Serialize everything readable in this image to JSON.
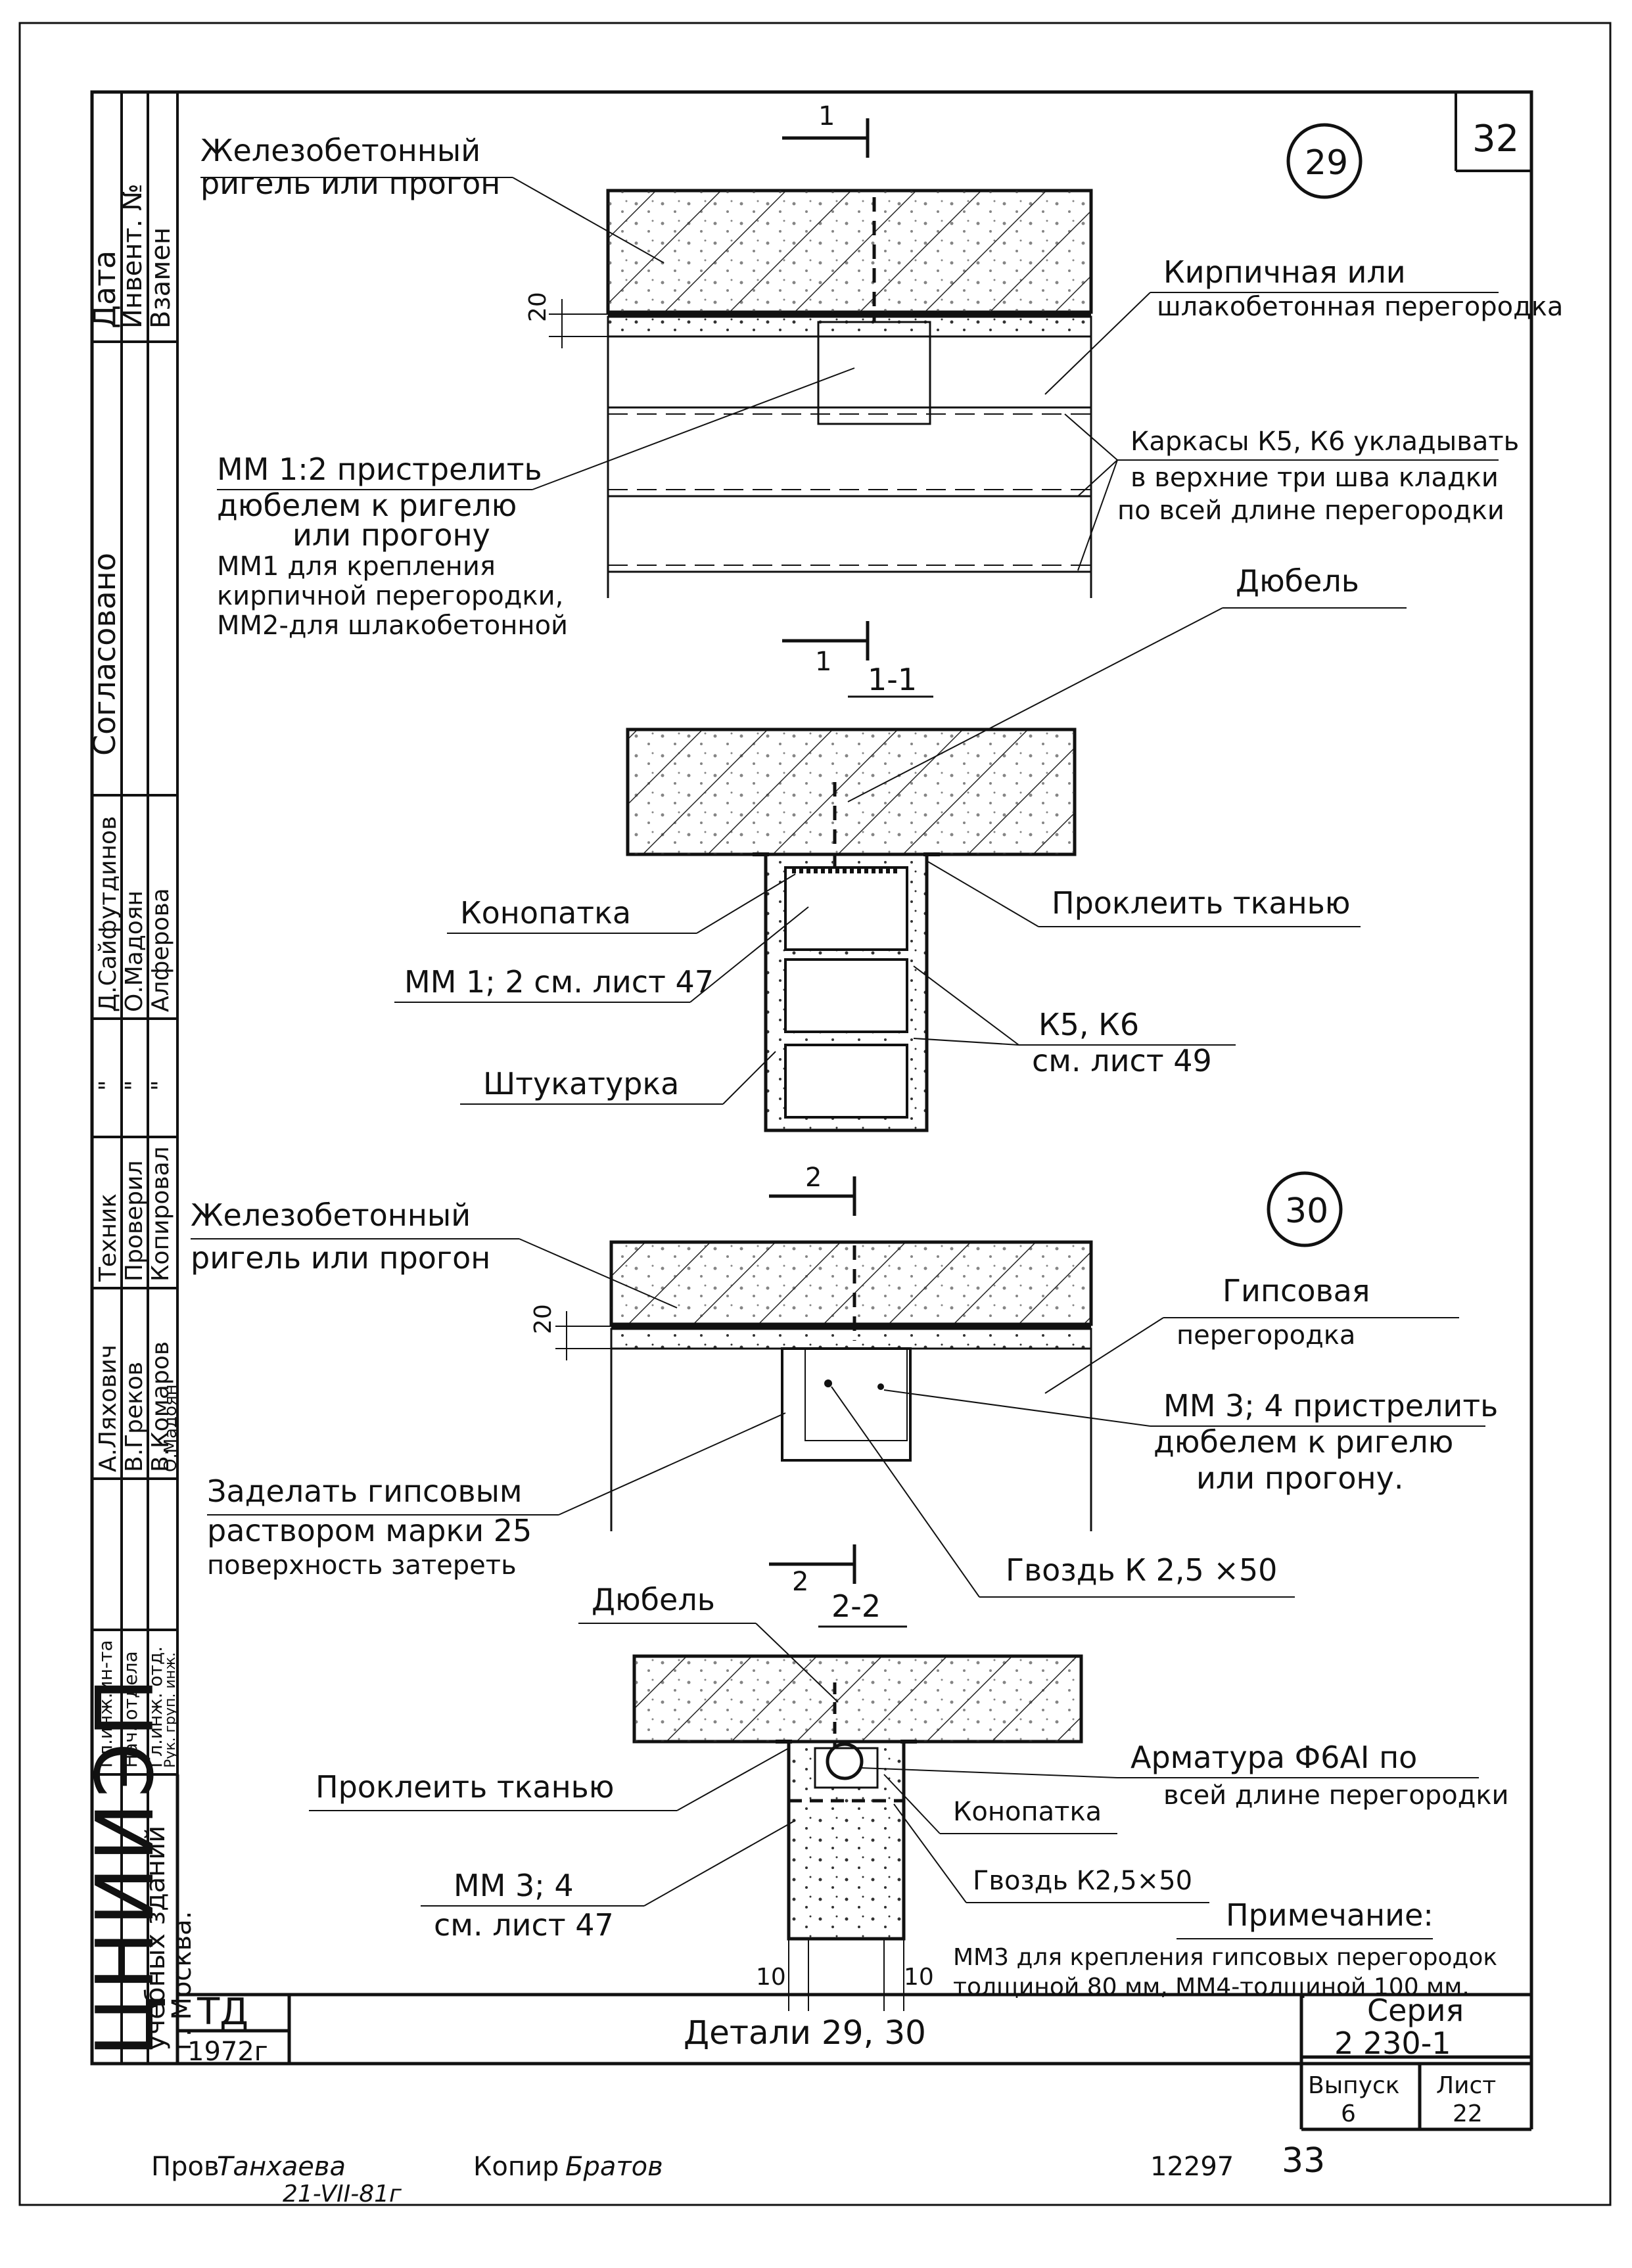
{
  "sheet": {
    "top_number": "32",
    "bottom_number": "33",
    "archive_number": "12297",
    "title": "Детали    29, 30",
    "organization": "ЦНИИЭП",
    "organization_sub": [
      "учебных зданий",
      "г. Москва."
    ],
    "td_label": "ТД",
    "year": "1972г",
    "series_label": "Серия",
    "series_value": "2 230-1",
    "issue_label": "Выпуск",
    "issue_value": "6",
    "sheet_label": "Лист",
    "sheet_value": "22",
    "footer_checked": "Пров",
    "footer_check_name": "Танхаева",
    "footer_check_date": "21-VII-81г",
    "footer_copy": "Копир",
    "footer_copy_name": "Братов"
  },
  "side_stamp": {
    "date_col": [
      "Дата",
      "Инвент. №",
      "Взамен"
    ],
    "agreed": "Согласовано",
    "names_a": [
      "Д.Сайфутдинов",
      "О.Мадоян",
      "Алферова"
    ],
    "quote_marks": [
      "\"",
      "\"",
      "\""
    ],
    "roles_a": [
      "Техник",
      "Проверил",
      "Копировал"
    ],
    "names_b": [
      "А.Ляхович",
      "В.Греков",
      "В.Комаров",
      "О.Мадоян"
    ],
    "roles_b": [
      "Гл.инж.ин-та",
      "Нач. отдела",
      "Гл.инж. отд.",
      "Рук. груп. инж."
    ]
  },
  "detail29": {
    "number": "29",
    "section_mark": "1",
    "label_beam": [
      "Железобетонный",
      "ригель или прогон"
    ],
    "label_partition": [
      "Кирпичная или",
      "шлакобетонная перегородка"
    ],
    "label_frames": [
      "Каркасы К5, К6 укладывать",
      "в верхние три шва кладки",
      "по всей длине перегородки"
    ],
    "label_mm": [
      "ММ 1:2 пристрелить",
      "дюбелем к ригелю",
      "или прогону",
      "ММ1 для крепления",
      "кирпичной перегородки,",
      "ММ2-для шлакобетонной"
    ],
    "dim_20": "20"
  },
  "section11": {
    "title": "1-1",
    "label_dowel": "Дюбель",
    "label_caulk": "Конопатка",
    "label_glue": "Проклеить тканью",
    "label_mm": "ММ 1; 2 см. лист 47",
    "label_k": [
      "К5, К6",
      "см. лист 49"
    ],
    "label_plaster": "Штукатурка"
  },
  "detail30": {
    "number": "30",
    "section_mark": "2",
    "label_beam": [
      "Железобетонный",
      "ригель или прогон"
    ],
    "label_partition": [
      "Гипсовая",
      "перегородка"
    ],
    "label_mm": [
      "ММ 3; 4 пристрелить",
      "дюбелем к ригелю",
      "или прогону."
    ],
    "label_fill": [
      "Заделать гипсовым",
      "раствором марки 25",
      "поверхность затереть"
    ],
    "label_nail": "Гвоздь К 2,5 ×50",
    "dim_20": "20"
  },
  "section22": {
    "title": "2-2",
    "label_dowel": "Дюбель",
    "label_glue": "Проклеить тканью",
    "label_rebar": [
      "Арматура Ф6АI по",
      "всей длине перегородки"
    ],
    "label_caulk": "Конопатка",
    "label_mm": [
      "ММ 3; 4",
      "см. лист 47"
    ],
    "label_nail": "Гвоздь К2,5×50",
    "dim_10a": "10",
    "dim_10b": "10"
  },
  "note": {
    "title": "Примечание:",
    "lines": [
      "ММ3 для крепления гипсовых перегородок",
      "толщиной 80 мм, ММ4-толщиной 100 мм."
    ]
  }
}
